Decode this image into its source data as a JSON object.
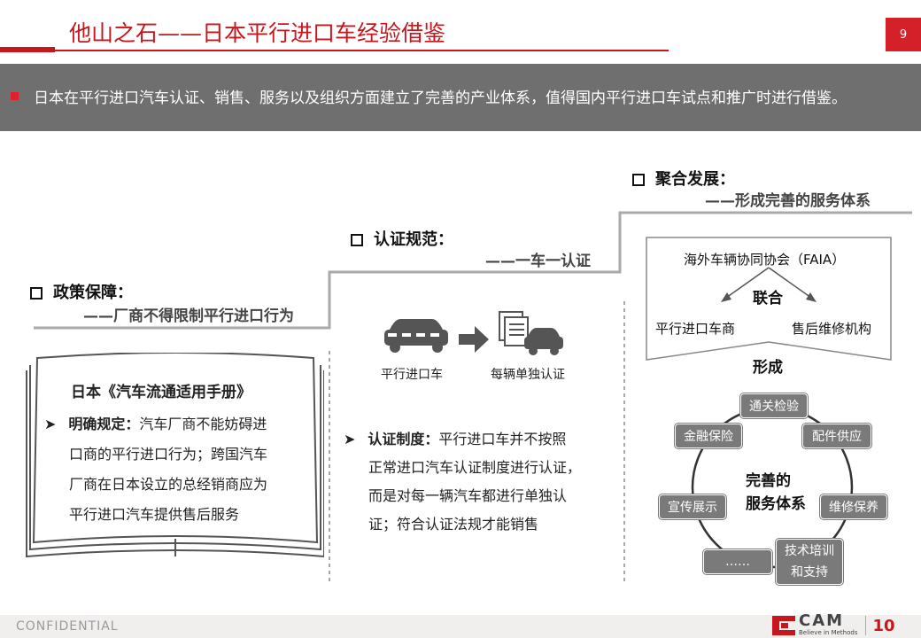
{
  "header": {
    "title": "他山之石——日本平行进口车经验借鉴",
    "page_number": "9"
  },
  "banner": {
    "text": "日本在平行进口汽车认证、销售、服务以及组织方面建立了完善的产业体系，值得国内平行进口车试点和推广时进行借鉴。"
  },
  "steps": [
    {
      "heading": "政策保障：",
      "sub": "——厂商不得限制平行进口行为"
    },
    {
      "heading": "认证规范：",
      "sub": "——一车一认证"
    },
    {
      "heading": "聚合发展：",
      "sub": "——形成完善的服务体系"
    }
  ],
  "book": {
    "title": "日本《汽车流通适用手册》",
    "bullet_label": "明确规定：",
    "lines": [
      "汽车厂商不能妨碍进",
      "口商的平行进口行为；跨国汽车",
      "厂商在日本设立的总经销商应为",
      "平行进口汽车提供售后服务"
    ]
  },
  "cert": {
    "left_label": "平行进口车",
    "right_label": "每辆单独认证",
    "bullet_label": "认证制度：",
    "lines": [
      "平行进口车并不按照",
      "正常进口汽车认证制度进行认证，",
      "而是对每一辆汽车都进行单独认",
      "证；符合认证法规才能销售"
    ]
  },
  "alliance": {
    "top": "海外车辆协同协会（FAIA）",
    "center": "联合",
    "left": "平行进口车商",
    "right": "售后维修机构",
    "bottom": "形成"
  },
  "service_cycle": {
    "center_line1": "完善的",
    "center_line2": "服务体系",
    "items": [
      "通关检验",
      "配件供应",
      "维修保养",
      "技术培训",
      "和支持",
      "……",
      "宣传展示",
      "金融保险"
    ]
  },
  "footer": {
    "confidential": "CONFIDENTIAL",
    "logo_text": "CAM",
    "logo_tagline": "Believe in Methods",
    "logo_mark": "10"
  },
  "colors": {
    "accent": "#c8161d",
    "banner": "#6f6f6f",
    "pill": "#7a7a7a"
  }
}
